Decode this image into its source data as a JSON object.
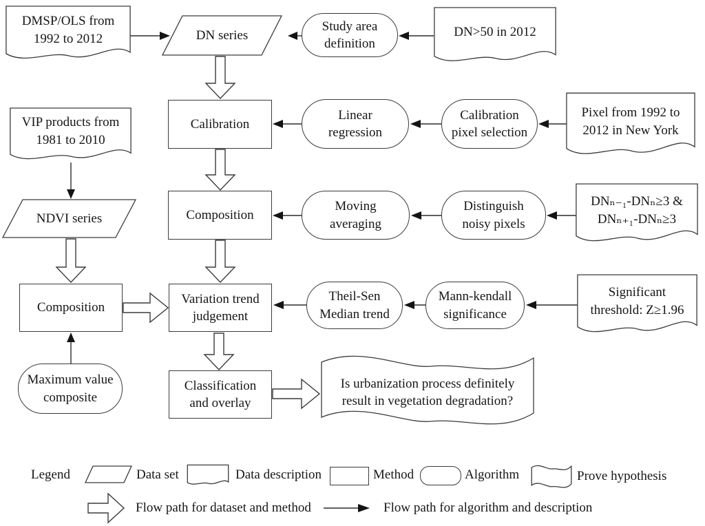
{
  "diagram": {
    "nodes": {
      "dmsp": {
        "type": "data_description",
        "label": [
          "DMSP/OLS from",
          "1992 to 2012"
        ]
      },
      "dn_series": {
        "type": "data_set",
        "label": [
          "DN series"
        ]
      },
      "study_area": {
        "type": "algorithm",
        "label": [
          "Study area",
          "definition"
        ]
      },
      "dn50": {
        "type": "data_description",
        "label": [
          "DN>50 in 2012"
        ]
      },
      "calibration": {
        "type": "method",
        "label": [
          "Calibration"
        ]
      },
      "linear_regression": {
        "type": "algorithm",
        "label": [
          "Linear",
          "regression"
        ]
      },
      "calibration_pixel": {
        "type": "algorithm",
        "label": [
          "Calibration",
          "pixel selection"
        ]
      },
      "pixel_ny": {
        "type": "data_description",
        "label": [
          "Pixel from 1992 to",
          "2012 in New York"
        ]
      },
      "vip": {
        "type": "data_description",
        "label": [
          "VIP products from",
          "1981 to 2010"
        ]
      },
      "ndvi_series": {
        "type": "data_set",
        "label": [
          "NDVI series"
        ]
      },
      "composition_mid": {
        "type": "method",
        "label": [
          "Composition"
        ]
      },
      "moving_averaging": {
        "type": "algorithm",
        "label": [
          "Moving",
          "averaging"
        ]
      },
      "distinguish_noisy": {
        "type": "algorithm",
        "label": [
          "Distinguish",
          "noisy pixels"
        ]
      },
      "dn_diff": {
        "type": "data_description",
        "label": [
          "DNₙ₋₁-DNₙ≥3 &",
          "DNₙ₊₁-DNₙ≥3"
        ]
      },
      "composition_left": {
        "type": "method",
        "label": [
          "Composition"
        ]
      },
      "variation_trend": {
        "type": "method",
        "label": [
          "Variation trend",
          "judgement"
        ]
      },
      "theil_sen": {
        "type": "algorithm",
        "label": [
          "Theil-Sen",
          "Median trend"
        ]
      },
      "mann_kendall": {
        "type": "algorithm",
        "label": [
          "Mann-kendall",
          "significance"
        ]
      },
      "significant_threshold": {
        "type": "data_description",
        "label": [
          "Significant",
          "threshold: Z≥1.96"
        ]
      },
      "max_value_composite": {
        "type": "algorithm",
        "label": [
          "Maximum value",
          "composite"
        ]
      },
      "classification": {
        "type": "method",
        "label": [
          "Classification",
          "and overlay"
        ]
      },
      "hypothesis": {
        "type": "prove_hypothesis",
        "label": [
          "Is urbanization process definitely",
          "result in vegetation degradation?"
        ]
      }
    },
    "legend": {
      "title": "Legend",
      "items": [
        {
          "shape": "parallelogram",
          "label": "Data set"
        },
        {
          "shape": "document",
          "label": "Data description"
        },
        {
          "shape": "rectangle",
          "label": "Method"
        },
        {
          "shape": "stadium",
          "label": "Algorithm"
        },
        {
          "shape": "flag",
          "label": "Prove hypothesis"
        }
      ],
      "flow_paths": [
        {
          "arrow": "hollow",
          "label": "Flow path for dataset and method"
        },
        {
          "arrow": "solid",
          "label": "Flow path for algorithm and description"
        }
      ]
    },
    "colors": {
      "line": "#3a3a3a",
      "arrow_fill": "#141414",
      "text": "#161616",
      "background": "#ffffff"
    }
  }
}
